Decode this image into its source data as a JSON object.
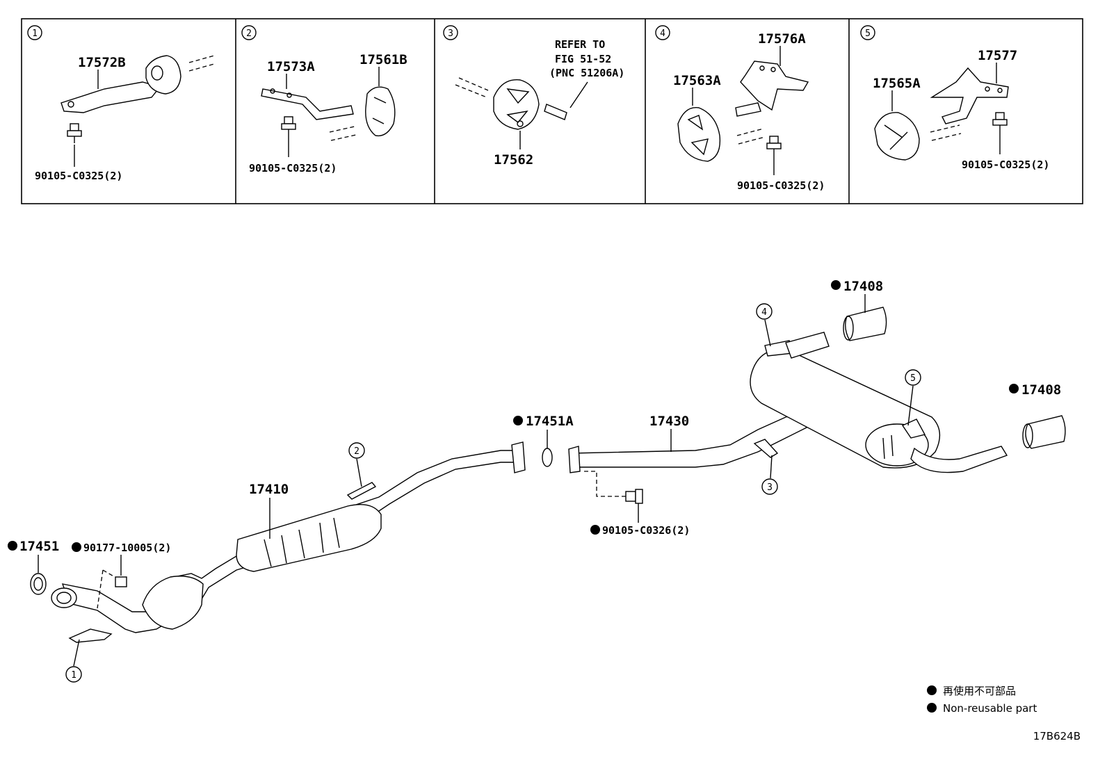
{
  "panels": [
    {
      "index": "1",
      "parts": [
        "17572B"
      ],
      "bolt": "90105-C0325(2)"
    },
    {
      "index": "2",
      "parts": [
        "17573A",
        "17561B"
      ],
      "bolt": "90105-C0325(2)"
    },
    {
      "index": "3",
      "parts": [
        "17562"
      ],
      "refer": [
        "REFER TO",
        "FIG 51-52",
        "(PNC 51206A)"
      ]
    },
    {
      "index": "4",
      "parts": [
        "17576A",
        "17563A"
      ],
      "bolt": "90105-C0325(2)"
    },
    {
      "index": "5",
      "parts": [
        "17577",
        "17565A"
      ],
      "bolt": "90105-C0325(2)"
    }
  ],
  "main": {
    "labels": {
      "p17408_top": "17408",
      "p17408_right": "17408",
      "p17451A": "17451A",
      "p17430": "17430",
      "p17410": "17410",
      "p17451": "17451",
      "p90177": "90177-10005(2)",
      "p90105_c0326": "90105-C0326(2)"
    },
    "callouts": {
      "c1": "1",
      "c2": "2",
      "c3": "3",
      "c4": "4",
      "c5": "5"
    }
  },
  "legend": {
    "jp": "再使用不可部品",
    "en": "Non-reusable part"
  },
  "code": "17B624B"
}
